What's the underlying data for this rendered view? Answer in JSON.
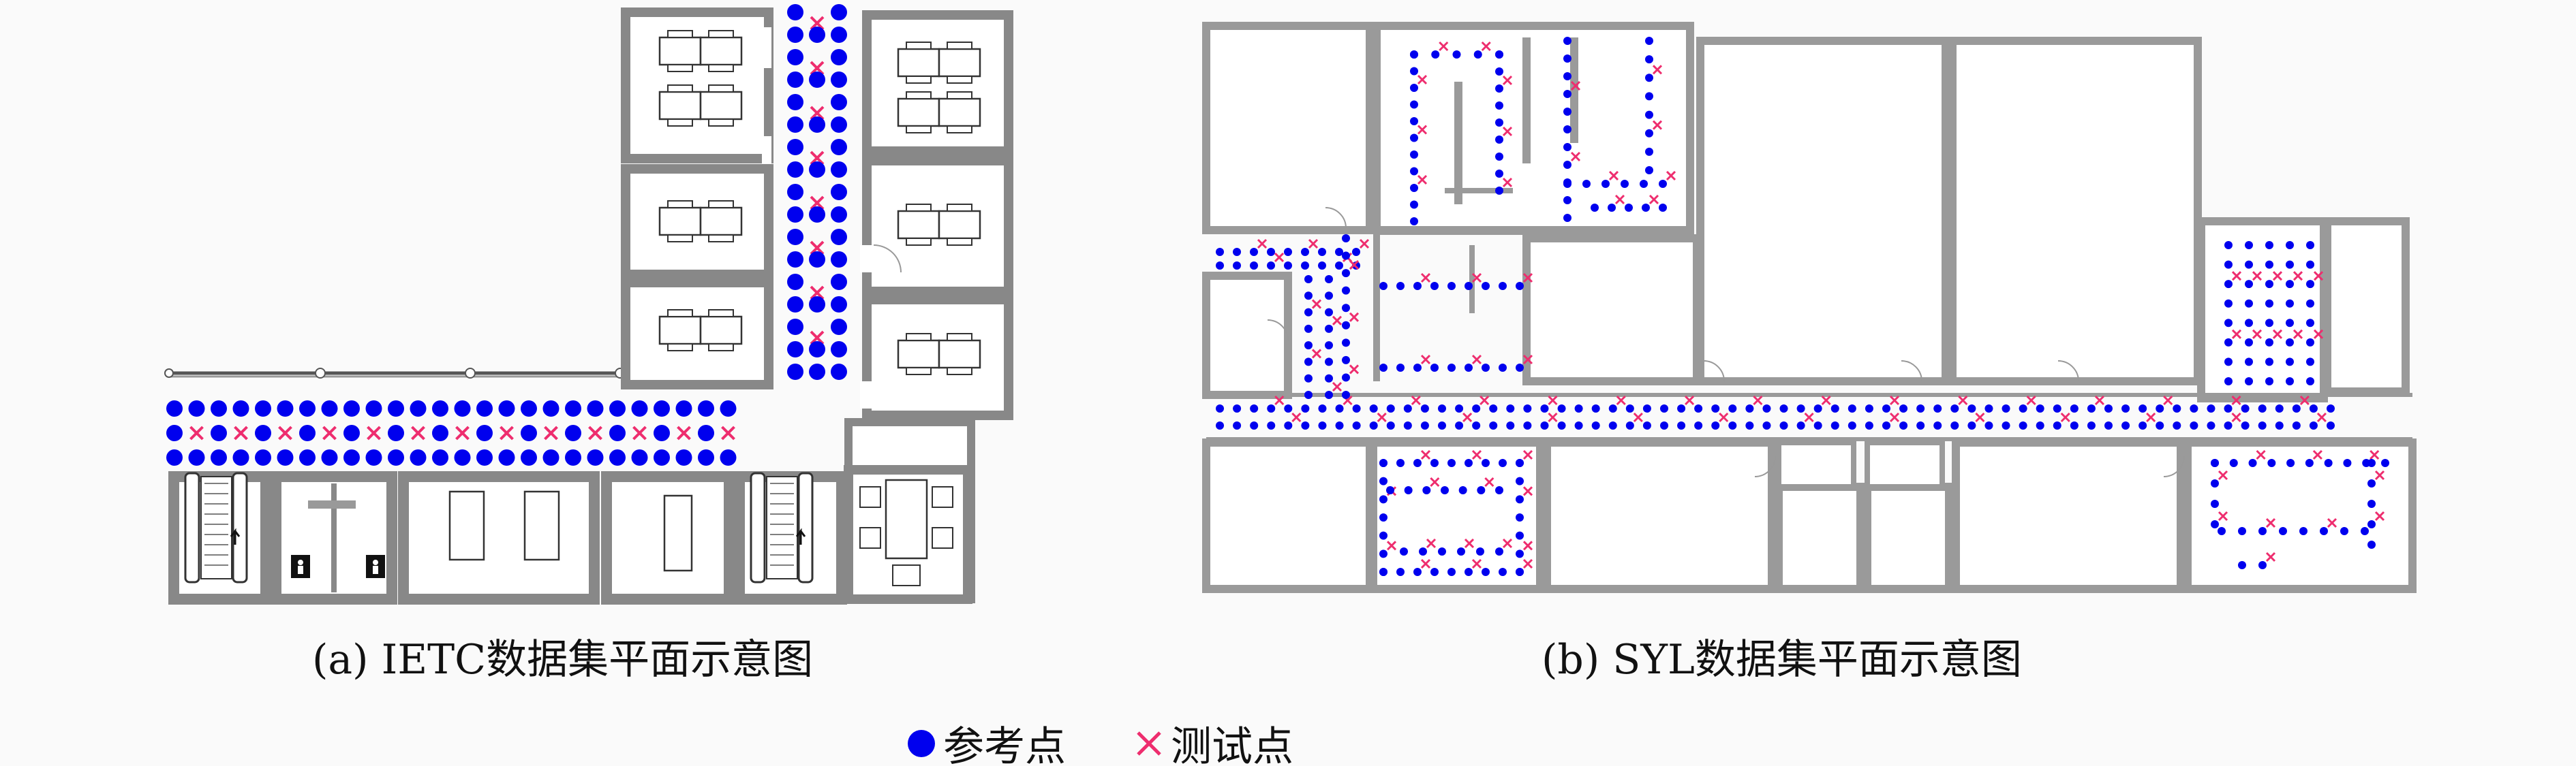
{
  "captions": {
    "a": "(a) IETC数据集平面示意图",
    "b": "(b) SYL数据集平面示意图"
  },
  "legend": {
    "ref": "参考点",
    "test": "测试点"
  },
  "colors": {
    "reference": "#0000ee",
    "test": "#ee2d6e",
    "wall": "#9a9a9a",
    "wall_edge": "#6a6a6a",
    "floor": "#ffffff",
    "background": "#fafafa"
  },
  "icons": {
    "reference_marker": "filled-circle",
    "test_marker": "x-cross",
    "restroom": "person-icon",
    "escalator": "escalator-icon"
  }
}
